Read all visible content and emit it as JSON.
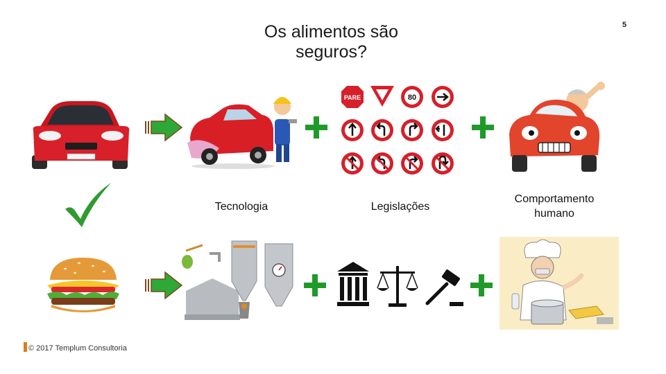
{
  "slide": {
    "title": "Os alimentos são\nseguros?",
    "page_number": "5",
    "labels": {
      "technology": "Tecnologia",
      "legislation": "Legislações",
      "behavior": "Comportamento\nhumano"
    },
    "footer": "© 2017 Templum Consultoria",
    "sign_texts": {
      "stop": "PARE",
      "speed": "80"
    }
  },
  "colors": {
    "arrow_green": "#2ea836",
    "arrow_outline": "#7a4a1a",
    "plus_green": "#1f9a2a",
    "accent_orange": "#e07b1a",
    "car_red": "#d8202a"
  }
}
